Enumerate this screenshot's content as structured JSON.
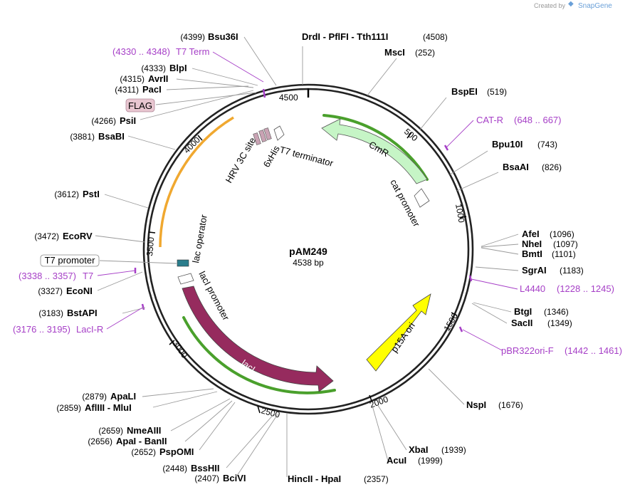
{
  "header": {
    "credit_text": "Created by",
    "credit_brand": "SnapGene"
  },
  "plasmid": {
    "name": "pAM249",
    "size_label": "4538 bp",
    "length": 4538
  },
  "ticks": [
    {
      "label": "500"
    },
    {
      "label": "1000"
    },
    {
      "label": "1500"
    },
    {
      "label": "2000"
    },
    {
      "label": "2500"
    },
    {
      "label": "3000"
    },
    {
      "label": "3500"
    },
    {
      "label": "4000"
    },
    {
      "label": "4500"
    }
  ],
  "features": {
    "cmr": {
      "label": "CmR",
      "color": "#c6f5c6"
    },
    "cat_promoter": {
      "label": "cat promoter"
    },
    "t7_terminator": {
      "label": "T7 terminator"
    },
    "sixhis": {
      "label": "6xHis"
    },
    "hrv3c": {
      "label": "HRV 3C site",
      "color": "#c9a3b4"
    },
    "lac_operator": {
      "label": "lac operator",
      "color": "#2a7d8c"
    },
    "laci_promoter": {
      "label": "lacI promoter"
    },
    "laci": {
      "label": "lacI",
      "color": "#962b5e"
    },
    "p15a_ori": {
      "label": "p15A ori",
      "color": "#ffff00"
    },
    "flag": {
      "label": "FLAG",
      "color": "#e8c6d0"
    },
    "t7_promoter": {
      "label": "T7 promoter"
    }
  },
  "sites": {
    "bsu36i": {
      "name": "Bsu36I",
      "pos": "(4399)"
    },
    "drdi": {
      "name": "DrdI  -  PflFI  -  Tth111I",
      "pos": "(4508)"
    },
    "msci": {
      "name": "MscI",
      "pos": "(252)"
    },
    "bspei": {
      "name": "BspEI",
      "pos": "(519)"
    },
    "bpu10i": {
      "name": "Bpu10I",
      "pos": "(743)"
    },
    "bsaai": {
      "name": "BsaAI",
      "pos": "(826)"
    },
    "afei": {
      "name": "AfeI",
      "pos": "(1096)"
    },
    "nhei": {
      "name": "NheI",
      "pos": "(1097)"
    },
    "bmti": {
      "name": "BmtI",
      "pos": "(1101)"
    },
    "sgrai": {
      "name": "SgrAI",
      "pos": "(1183)"
    },
    "btgi": {
      "name": "BtgI",
      "pos": "(1346)"
    },
    "sacii": {
      "name": "SacII",
      "pos": "(1349)"
    },
    "nspi": {
      "name": "NspI",
      "pos": "(1676)"
    },
    "xbai": {
      "name": "XbaI",
      "pos": "(1939)"
    },
    "acui": {
      "name": "AcuI",
      "pos": "(1999)"
    },
    "hincii": {
      "name": "HincII  -  HpaI",
      "pos": "(2357)"
    },
    "bcivi": {
      "name": "BciVI",
      "pos": "(2407)"
    },
    "bsshii": {
      "name": "BssHII",
      "pos": "(2448)"
    },
    "pspomi": {
      "name": "PspOMI",
      "pos": "(2652)"
    },
    "apai": {
      "name": "ApaI  -  BanII",
      "pos": "(2656)"
    },
    "nmeaiii": {
      "name": "NmeAIII",
      "pos": "(2659)"
    },
    "afliii": {
      "name": "AflIII  -  MluI",
      "pos": "(2859)"
    },
    "apali": {
      "name": "ApaLI",
      "pos": "(2879)"
    },
    "bstapi": {
      "name": "BstAPI",
      "pos": "(3183)"
    },
    "econi": {
      "name": "EcoNI",
      "pos": "(3327)"
    },
    "ecorv": {
      "name": "EcoRV",
      "pos": "(3472)"
    },
    "psti": {
      "name": "PstI",
      "pos": "(3612)"
    },
    "bsabi": {
      "name": "BsaBI",
      "pos": "(3881)"
    },
    "psii": {
      "name": "PsiI",
      "pos": "(4266)"
    },
    "paci": {
      "name": "PacI",
      "pos": "(4311)"
    },
    "avrii": {
      "name": "AvrII",
      "pos": "(4315)"
    },
    "blpi": {
      "name": "BlpI",
      "pos": "(4333)"
    }
  },
  "primers": {
    "t7_term": {
      "name": "T7 Term",
      "range": "(4330 .. 4348)"
    },
    "cat_r": {
      "name": "CAT-R",
      "range": "(648 .. 667)"
    },
    "l4440": {
      "name": "L4440",
      "range": "(1228 .. 1245)"
    },
    "pbr322ori_f": {
      "name": "pBR322ori-F",
      "range": "(1442 .. 1461)"
    },
    "t7": {
      "name": "T7",
      "range": "(3338 .. 3357)"
    },
    "laci_r": {
      "name": "LacI-R",
      "range": "(3176 .. 3195)"
    }
  },
  "colors": {
    "primer": "#a63fc7",
    "backbone": "#222222",
    "arrow_outline": "#2e6b18",
    "orange_arc": "#f0a830"
  }
}
